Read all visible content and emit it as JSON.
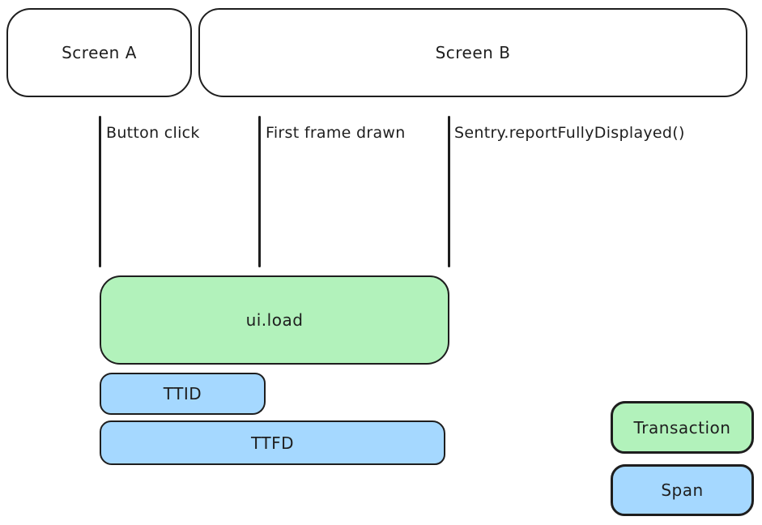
{
  "diagram": {
    "title_context": "Screen load transaction timeline",
    "screens": [
      {
        "label": "Screen A"
      },
      {
        "label": "Screen B"
      }
    ],
    "events": [
      {
        "label": "Button click"
      },
      {
        "label": "First frame drawn"
      },
      {
        "label": "Sentry.reportFullyDisplayed()"
      }
    ],
    "bars": [
      {
        "label": "ui.load",
        "type": "transaction"
      },
      {
        "label": "TTID",
        "type": "span"
      },
      {
        "label": "TTFD",
        "type": "span"
      }
    ],
    "legend": [
      {
        "label": "Transaction",
        "type": "transaction"
      },
      {
        "label": "Span",
        "type": "span"
      }
    ],
    "colors": {
      "transaction_fill": "#b2f2bb",
      "span_fill": "#a5d8ff",
      "stroke": "#1e1e1e",
      "background": "#ffffff"
    }
  }
}
